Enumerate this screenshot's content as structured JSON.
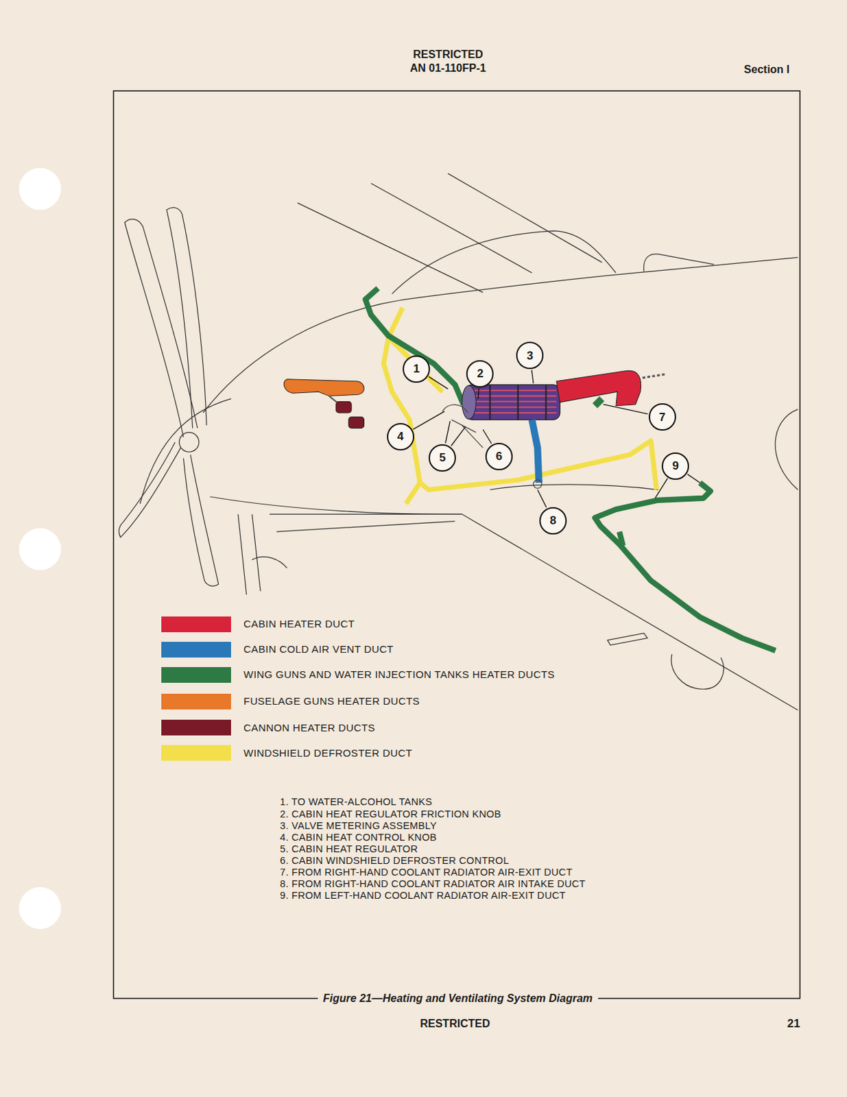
{
  "diagram": {
    "caption": "Figure 21—Heating and Ventilating System Diagram",
    "nodes": [
      {
        "text": [
          "1"
        ]
      },
      {
        "text": [
          "2"
        ]
      },
      {
        "text": [
          "3"
        ]
      },
      {
        "text": [
          "4"
        ]
      },
      {
        "text": [
          "5"
        ]
      },
      {
        "text": [
          "6"
        ]
      },
      {
        "text": [
          "7"
        ]
      },
      {
        "text": [
          "8"
        ]
      },
      {
        "text": [
          "9"
        ]
      }
    ],
    "labels": [
      "RESTRICTED",
      "AN 01-110FP-1",
      "Section I",
      "1. TO WATER-ALCOHOL TANKS",
      "2. CABIN HEAT REGULATOR FRICTION KNOB",
      "3. VALVE METERING ASSEMBLY",
      "4. CABIN HEAT CONTROL KNOB",
      "5. CABIN HEAT REGULATOR",
      "6. CABIN WINDSHIELD DEFROSTER CONTROL",
      "7. FROM RIGHT-HAND COOLANT RADIATOR AIR-EXIT DUCT",
      "8. FROM RIGHT-HAND COOLANT RADIATOR AIR INTAKE DUCT",
      "9. FROM LEFT-HAND COOLANT RADIATOR AIR-EXIT DUCT",
      "RESTRICTED",
      "21"
    ],
    "legend": [
      {
        "text": "CABIN HEATER DUCT",
        "color": "#d8243a"
      },
      {
        "text": "CABIN COLD AIR VENT DUCT",
        "color": "#2a78b8"
      },
      {
        "text": "WING GUNS AND WATER INJECTION TANKS HEATER DUCTS",
        "color": "#2e7a45"
      },
      {
        "text": "FUSELAGE GUNS HEATER DUCTS",
        "color": "#e8782a"
      },
      {
        "text": "CANNON HEATER DUCTS",
        "color": "#7a1a28"
      },
      {
        "text": "WINDSHIELD DEFROSTER DUCT",
        "color": "#f3df4a"
      }
    ]
  }
}
